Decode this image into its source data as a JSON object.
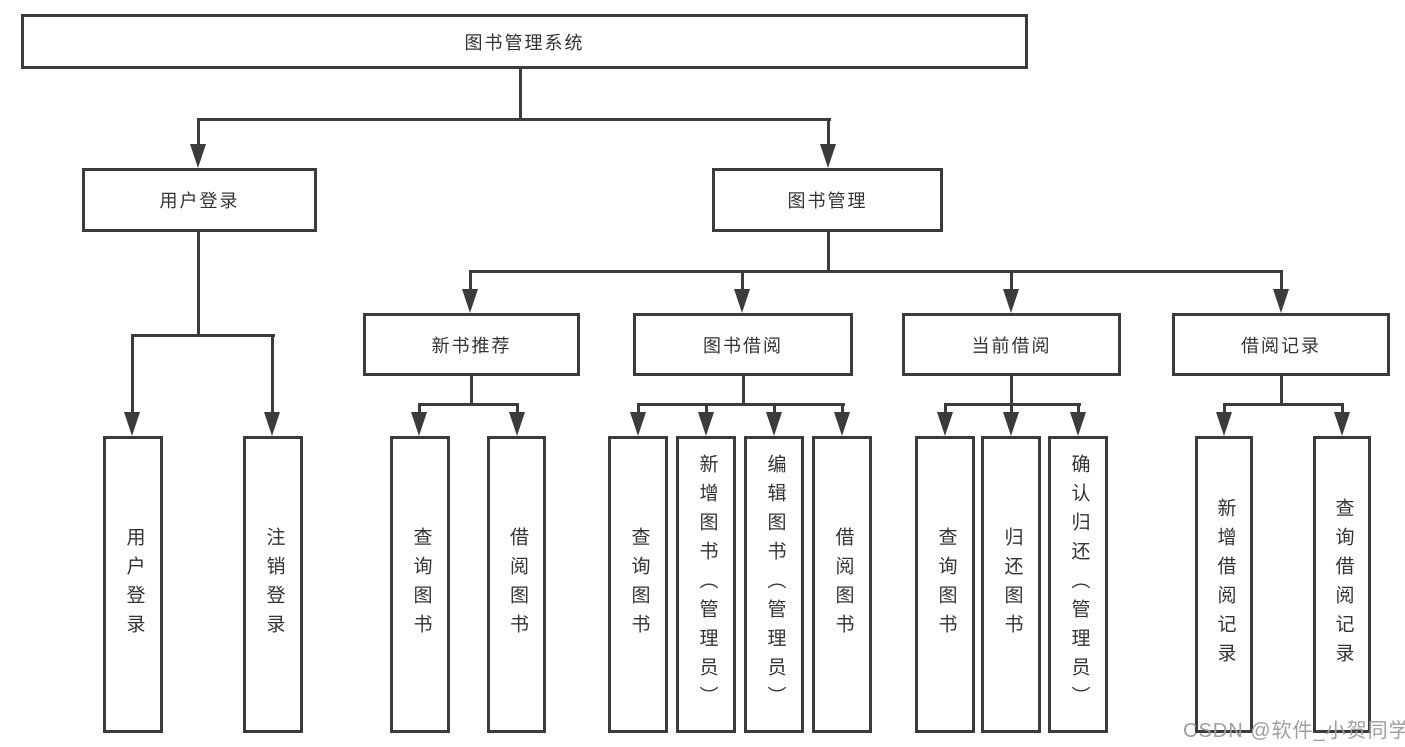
{
  "title": "图书管理系统",
  "watermark": "CSDN @软件_小贺同学",
  "colors": {
    "line": "#3b3b3b",
    "text": "#333333",
    "watermark": "#9e9e9e",
    "background": "#ffffff"
  },
  "tree": {
    "label": "图书管理系统",
    "children": [
      {
        "label": "用户登录",
        "children": [
          {
            "label": "用户登录"
          },
          {
            "label": "注销登录"
          }
        ]
      },
      {
        "label": "图书管理",
        "children": [
          {
            "label": "新书推荐",
            "children": [
              {
                "label": "查询图书"
              },
              {
                "label": "借阅图书"
              }
            ]
          },
          {
            "label": "图书借阅",
            "children": [
              {
                "label": "查询图书"
              },
              {
                "label": "新增图书（管理员）"
              },
              {
                "label": "编辑图书（管理员）"
              },
              {
                "label": "借阅图书"
              }
            ]
          },
          {
            "label": "当前借阅",
            "children": [
              {
                "label": "查询图书"
              },
              {
                "label": "归还图书"
              },
              {
                "label": "确认归还（管理员）"
              }
            ]
          },
          {
            "label": "借阅记录",
            "children": [
              {
                "label": "新增借阅记录"
              },
              {
                "label": "查询借阅记录"
              }
            ]
          }
        ]
      }
    ]
  }
}
